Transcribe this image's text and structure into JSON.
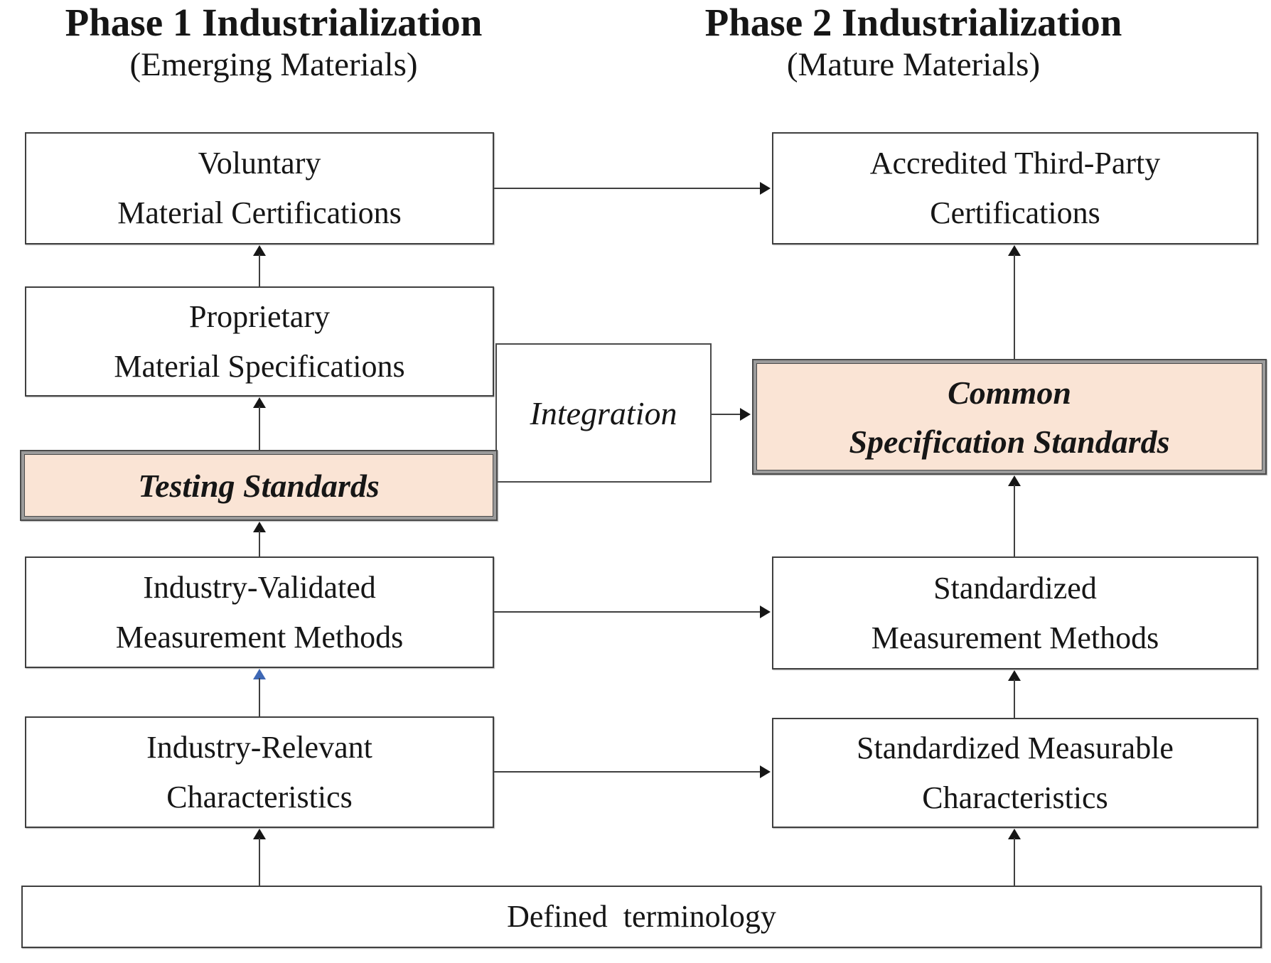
{
  "figure": {
    "phase1": {
      "title": "Phase 1 Industrialization",
      "subtitle": "(Emerging Materials)"
    },
    "phase2": {
      "title": "Phase 2 Industrialization",
      "subtitle": "(Mature Materials)"
    },
    "boxes": {
      "voluntary": "Voluntary\nMaterial Certifications",
      "proprietary": "Proprietary\nMaterial Specifications",
      "testing": "Testing Standards",
      "validated": "Industry-Validated\nMeasurement Methods",
      "relevant": "Industry-Relevant\nCharacteristics",
      "accredited": "Accredited Third-Party\nCertifications",
      "common": "Common\nSpecification Standards",
      "std_methods": "Standardized\nMeasurement Methods",
      "std_chars": "Standardized Measurable\nCharacteristics",
      "defined": "Defined  terminology"
    },
    "connector": {
      "label": "Integration"
    },
    "colors": {
      "highlight_fill": "#fae4d5",
      "line": "#3f3f3f",
      "text": "#161616",
      "blue_arrowhead": "#3e68b5"
    }
  }
}
